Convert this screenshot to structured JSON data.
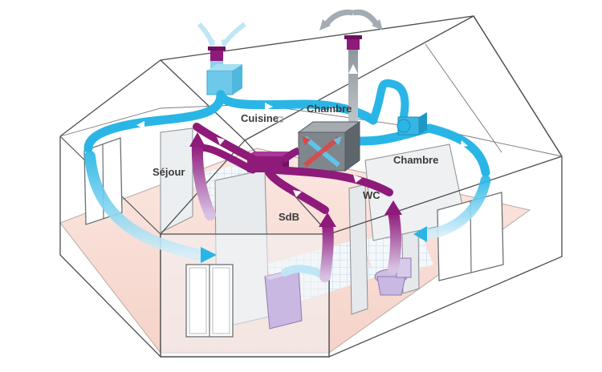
{
  "rooms": {
    "sejour": "Séjour",
    "cuisine": "Cuisine",
    "chambre_1": "Chambre",
    "chambre_2": "Chambre",
    "sdb": "SdB",
    "wc": "WC"
  },
  "colors": {
    "fresh_air": "#29b6e6",
    "fresh_air_light": "#bfe6f5",
    "stale_air": "#8e1a7a",
    "stale_air_light": "#c8a2d8",
    "exhaust_grey": "#9ea7ad",
    "outline": "#4d4d4d",
    "floor_pink": "#f8ddd4",
    "wall_grey": "#eef0f1"
  },
  "icons": {
    "heat_exchanger": "crossflow-heat-recovery-unit-icon",
    "fresh_air_fan": "intake-fan-icon",
    "roof_exhaust": "roof-exhaust-cap-icon",
    "roof_intake": "roof-intake-cap-icon"
  }
}
